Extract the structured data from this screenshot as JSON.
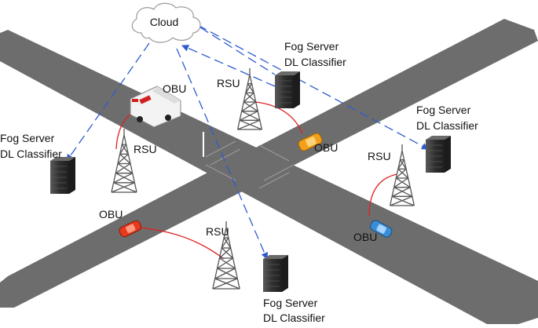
{
  "cloud": {
    "label": "Cloud"
  },
  "fog_servers": [
    {
      "line1": "Fog Server",
      "line2": "DL Classifier"
    },
    {
      "line1": "Fog Server",
      "line2": "DL Classifier"
    },
    {
      "line1": "Fog Server",
      "line2": "DL Classifier"
    },
    {
      "line1": "Fog Server",
      "line2": "DL Classifier"
    }
  ],
  "rsu_label": "RSU",
  "obu_label": "OBU",
  "colors": {
    "road": "#6d6d6d",
    "cloud_link": "#2f5bd0",
    "wireless_link": "#e02020",
    "tower": "#555555",
    "server": "#3a3a3a"
  }
}
